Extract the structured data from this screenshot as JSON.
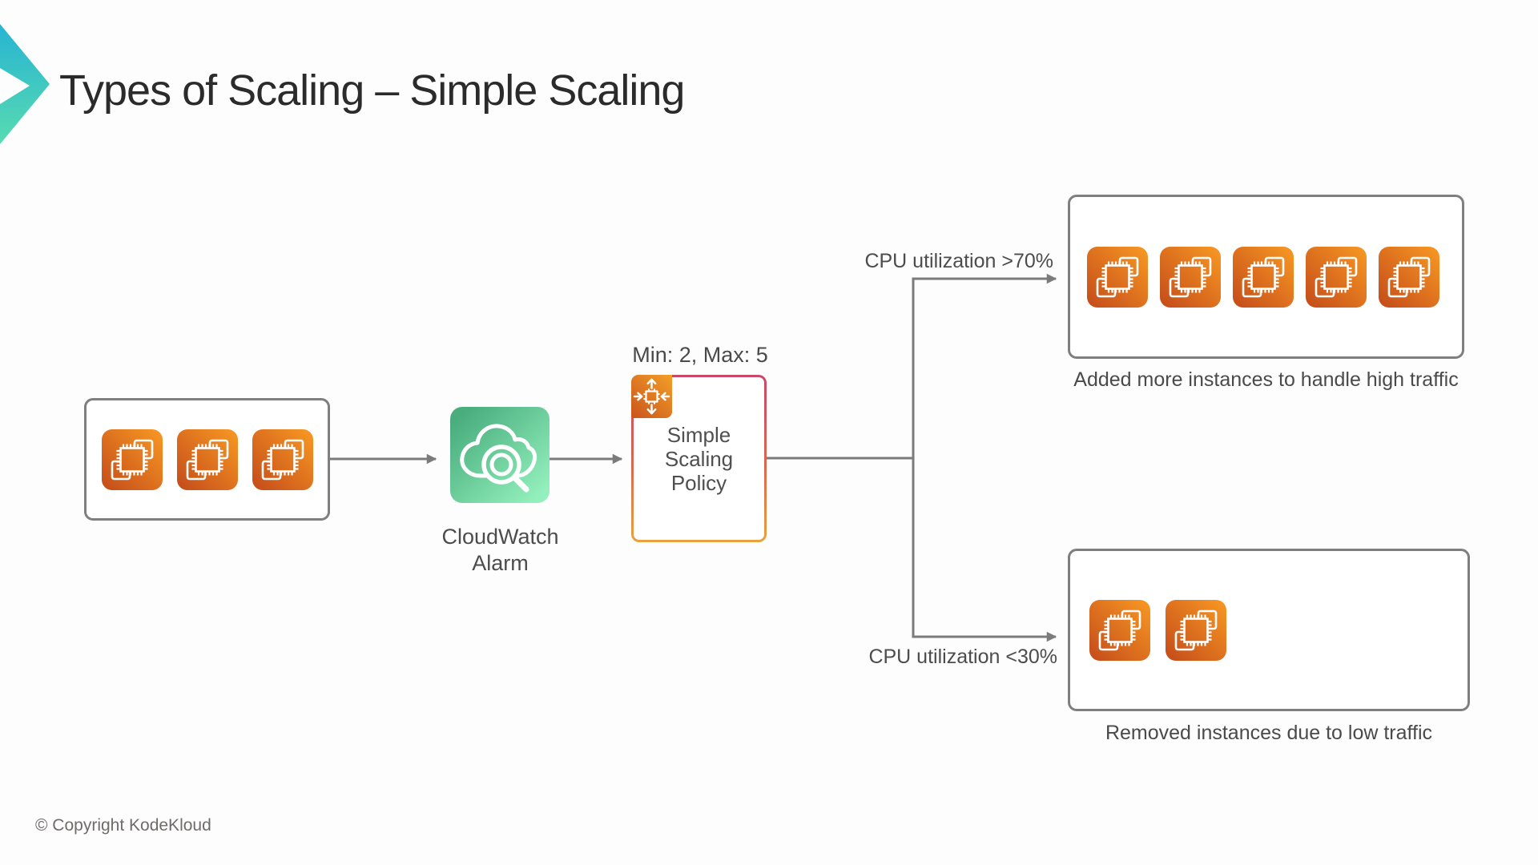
{
  "slide": {
    "title": "Types of Scaling – Simple Scaling",
    "footer": "© Copyright KodeKloud"
  },
  "diagram": {
    "instance_group": {
      "count": 3,
      "icon": "ec2-instance-icon"
    },
    "cloudwatch": {
      "label_line1": "CloudWatch",
      "label_line2": "Alarm",
      "icon": "cloudwatch-alarm-icon"
    },
    "policy": {
      "annotation": "Min: 2, Max: 5",
      "label_lines": [
        "Simple",
        "Scaling",
        "Policy"
      ],
      "icon": "auto-scaling-icon"
    },
    "branches": {
      "scale_out": {
        "condition": "CPU utilization >70%",
        "count": 5,
        "caption": "Added more instances to handle high traffic"
      },
      "scale_in": {
        "condition": "CPU utilization <30%",
        "count": 2,
        "caption": "Removed instances due to low traffic"
      }
    },
    "colors": {
      "ec2_gradient_start": "#c8511b",
      "ec2_gradient_end": "#f49322",
      "cloudwatch_gradient_start": "#49ad7d",
      "cloudwatch_gradient_end": "#93f0bd",
      "policy_border_top": "#c9476b",
      "policy_border_bottom": "#e8a23e",
      "chevron_top": "#27b4d2",
      "chevron_bottom": "#58dbb1",
      "connector_gray": "#7b7b7b",
      "box_border_gray": "#7f7f7f",
      "text_dark": "#2b2b2b",
      "text_gray": "#4c4c4c"
    }
  }
}
